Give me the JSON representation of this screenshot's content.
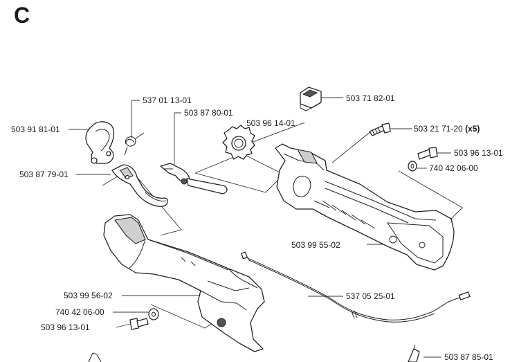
{
  "section": "C",
  "labels": [
    {
      "key": "l1",
      "text": "537 01 13-01"
    },
    {
      "key": "l2",
      "text": "503 87 80-01"
    },
    {
      "key": "l3",
      "text": "503 91 81-01"
    },
    {
      "key": "l4",
      "text": "503 96 14-01"
    },
    {
      "key": "l5",
      "text": "503 71 82-01"
    },
    {
      "key": "l6",
      "text": "503 21 71-20",
      "qty": "(x5)"
    },
    {
      "key": "l7",
      "text": "503 96 13-01"
    },
    {
      "key": "l8",
      "text": "740 42 06-00"
    },
    {
      "key": "l9",
      "text": "503 87 79-01"
    },
    {
      "key": "l10",
      "text": "503 99 55-02"
    },
    {
      "key": "l11",
      "text": "503 99 56-02"
    },
    {
      "key": "l12",
      "text": "537 05 25-01"
    },
    {
      "key": "l13",
      "text": "740 42 06-00"
    },
    {
      "key": "l14",
      "text": "503 96 13-01"
    },
    {
      "key": "l15",
      "text": "503 87 85-01"
    }
  ]
}
